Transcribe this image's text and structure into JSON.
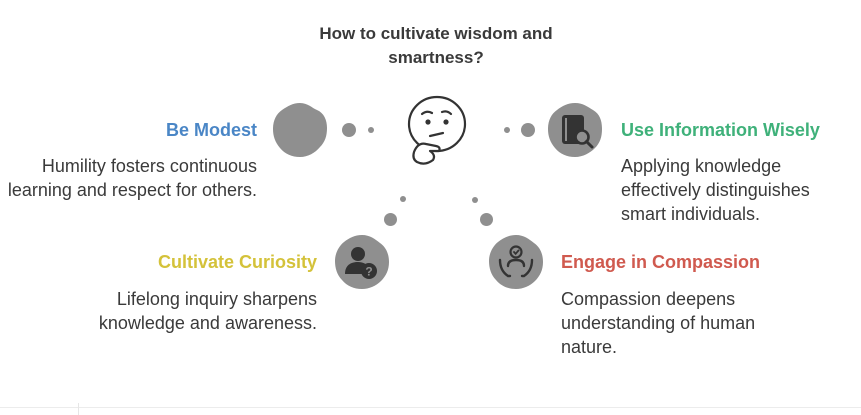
{
  "title": "How to cultivate wisdom and smartness?",
  "colors": {
    "modest": "#4a86c6",
    "information": "#3fb17a",
    "curiosity": "#d4c23a",
    "compassion": "#d05a4f",
    "blob": "#8f8f8f",
    "text": "#3a3a3a"
  },
  "items": {
    "modest": {
      "heading": "Be Modest",
      "description": "Humility fosters continuous learning and respect for others.",
      "icon": "blob-icon"
    },
    "information": {
      "heading": "Use Information Wisely",
      "description": "Applying knowledge effectively distinguishes smart individuals.",
      "icon": "book-search-icon"
    },
    "curiosity": {
      "heading": "Cultivate Curiosity",
      "description": "Lifelong inquiry sharpens knowledge and awareness.",
      "icon": "person-question-icon"
    },
    "compassion": {
      "heading": "Engage in Compassion",
      "description": "Compassion deepens understanding of human nature.",
      "icon": "caring-hands-icon"
    }
  },
  "center_icon": "thinking-face-icon"
}
